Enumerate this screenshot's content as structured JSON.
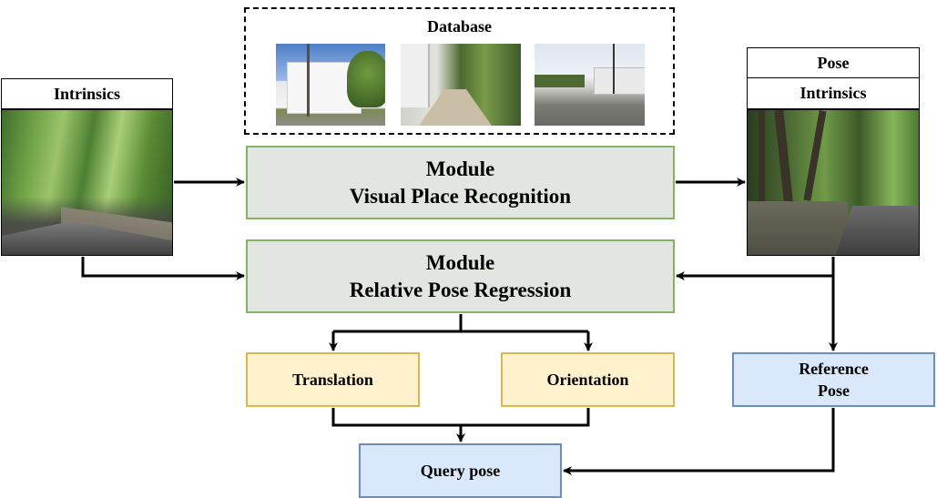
{
  "left": {
    "intrinsics_label": "Intrinsics",
    "image": "query-street-forest-image"
  },
  "database": {
    "title": "Database",
    "images": [
      "database-image-building",
      "database-image-alley",
      "database-image-parking-lot"
    ]
  },
  "modules": {
    "vpr": {
      "line1": "Module",
      "line2": "Visual Place Recognition"
    },
    "rpr": {
      "line1": "Module",
      "line2": "Relative Pose Regression"
    }
  },
  "right": {
    "pose_label": "Pose",
    "intrinsics_label": "Intrinsics",
    "image": "retrieved-street-forest-image"
  },
  "outputs": {
    "translation": "Translation",
    "orientation": "Orientation",
    "reference_pose_line1": "Reference",
    "reference_pose_line2": "Pose",
    "query_pose": "Query pose"
  },
  "colors": {
    "module_fill": "#e1e7e0",
    "module_border": "#82b366",
    "yellow_fill": "#fff2cc",
    "yellow_border": "#d6b656",
    "blue_fill": "#dae8fc",
    "blue_border": "#6c8ebf"
  }
}
